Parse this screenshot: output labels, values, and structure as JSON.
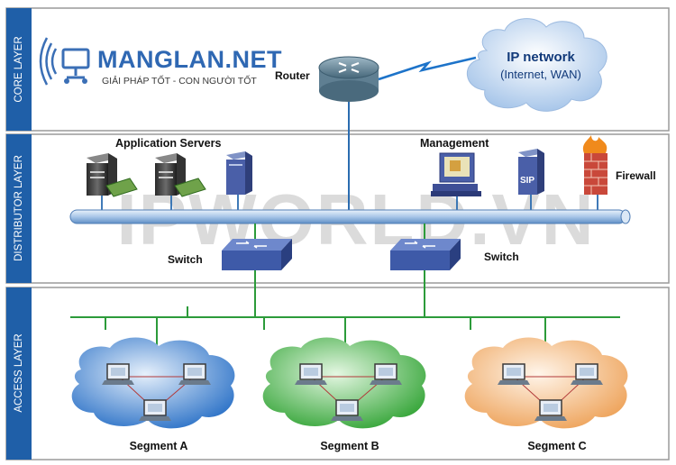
{
  "layers": {
    "core": "CORE LAYER",
    "distributor": "DISTRIBUTOR LAYER",
    "access": "ACCESS LAYER"
  },
  "logo": {
    "name": "MANGLAN.NET",
    "tagline": "GIẢI PHÁP TỐT - CON NGƯỜI TỐT"
  },
  "watermark": "IPWORLD.VN",
  "labels": {
    "router": "Router",
    "cloud_title": "IP network",
    "cloud_sub": "(Internet, WAN)",
    "app_servers": "Application Servers",
    "management": "Management",
    "firewall": "Firewall",
    "switch_left": "Switch",
    "switch_right": "Switch",
    "segment_a": "Segment A",
    "segment_b": "Segment B",
    "segment_c": "Segment C",
    "sip": "SIP"
  },
  "colors": {
    "layer_band": "#1f5fa8",
    "bus": "#a9c6e8",
    "link_green": "#2c9b3a",
    "link_blue": "#2b6cb0",
    "segment_a": "#3a7fd0",
    "segment_b": "#3aaa3a",
    "segment_c": "#f0a860",
    "switch": "#3e5aa8"
  }
}
